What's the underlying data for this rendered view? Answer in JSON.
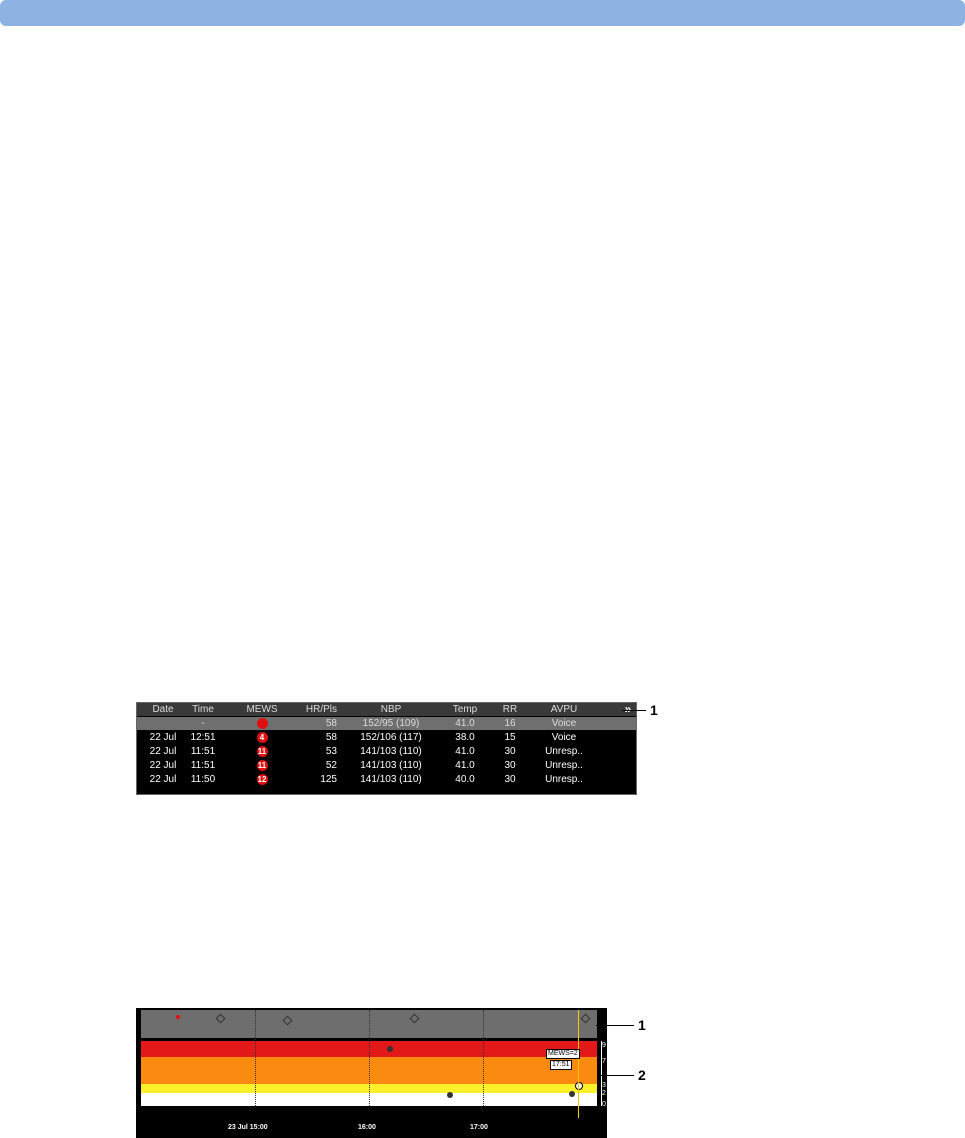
{
  "table": {
    "headers": {
      "date": "Date",
      "time": "Time",
      "mews": "MEWS",
      "hr": "HR/Pls",
      "nbp": "NBP",
      "temp": "Temp",
      "rr": "RR",
      "avpu": "AVPU",
      "more": "»"
    },
    "rows": [
      {
        "date": "",
        "time": "-",
        "mews": "",
        "hr": "58",
        "nbp": "152/95 (109)",
        "temp": "41.0",
        "rr": "16",
        "avpu": "Voice"
      },
      {
        "date": "22 Jul",
        "time": "12:51",
        "mews": "4",
        "hr": "58",
        "nbp": "152/106 (117)",
        "temp": "38.0",
        "rr": "15",
        "avpu": "Voice"
      },
      {
        "date": "22 Jul",
        "time": "11:51",
        "mews": "11",
        "hr": "53",
        "nbp": "141/103 (110)",
        "temp": "41.0",
        "rr": "30",
        "avpu": "Unresp.."
      },
      {
        "date": "22 Jul",
        "time": "11:51",
        "mews": "11",
        "hr": "52",
        "nbp": "141/103 (110)",
        "temp": "41.0",
        "rr": "30",
        "avpu": "Unresp.."
      },
      {
        "date": "22 Jul",
        "time": "11:50",
        "mews": "12",
        "hr": "125",
        "nbp": "141/103 (110)",
        "temp": "40.0",
        "rr": "30",
        "avpu": "Unresp.."
      }
    ],
    "callout": "1"
  },
  "trend": {
    "scale": {
      "t9": "9",
      "t7": "7",
      "t3": "3",
      "t2": "2",
      "t0": "0"
    },
    "tag_score": "MEWS=2",
    "tag_time": "17:51",
    "time_labels": {
      "a": "23 Jul 15:00",
      "b": "16:00",
      "c": "17:00"
    },
    "callouts": {
      "one": "1",
      "two": "2"
    }
  }
}
